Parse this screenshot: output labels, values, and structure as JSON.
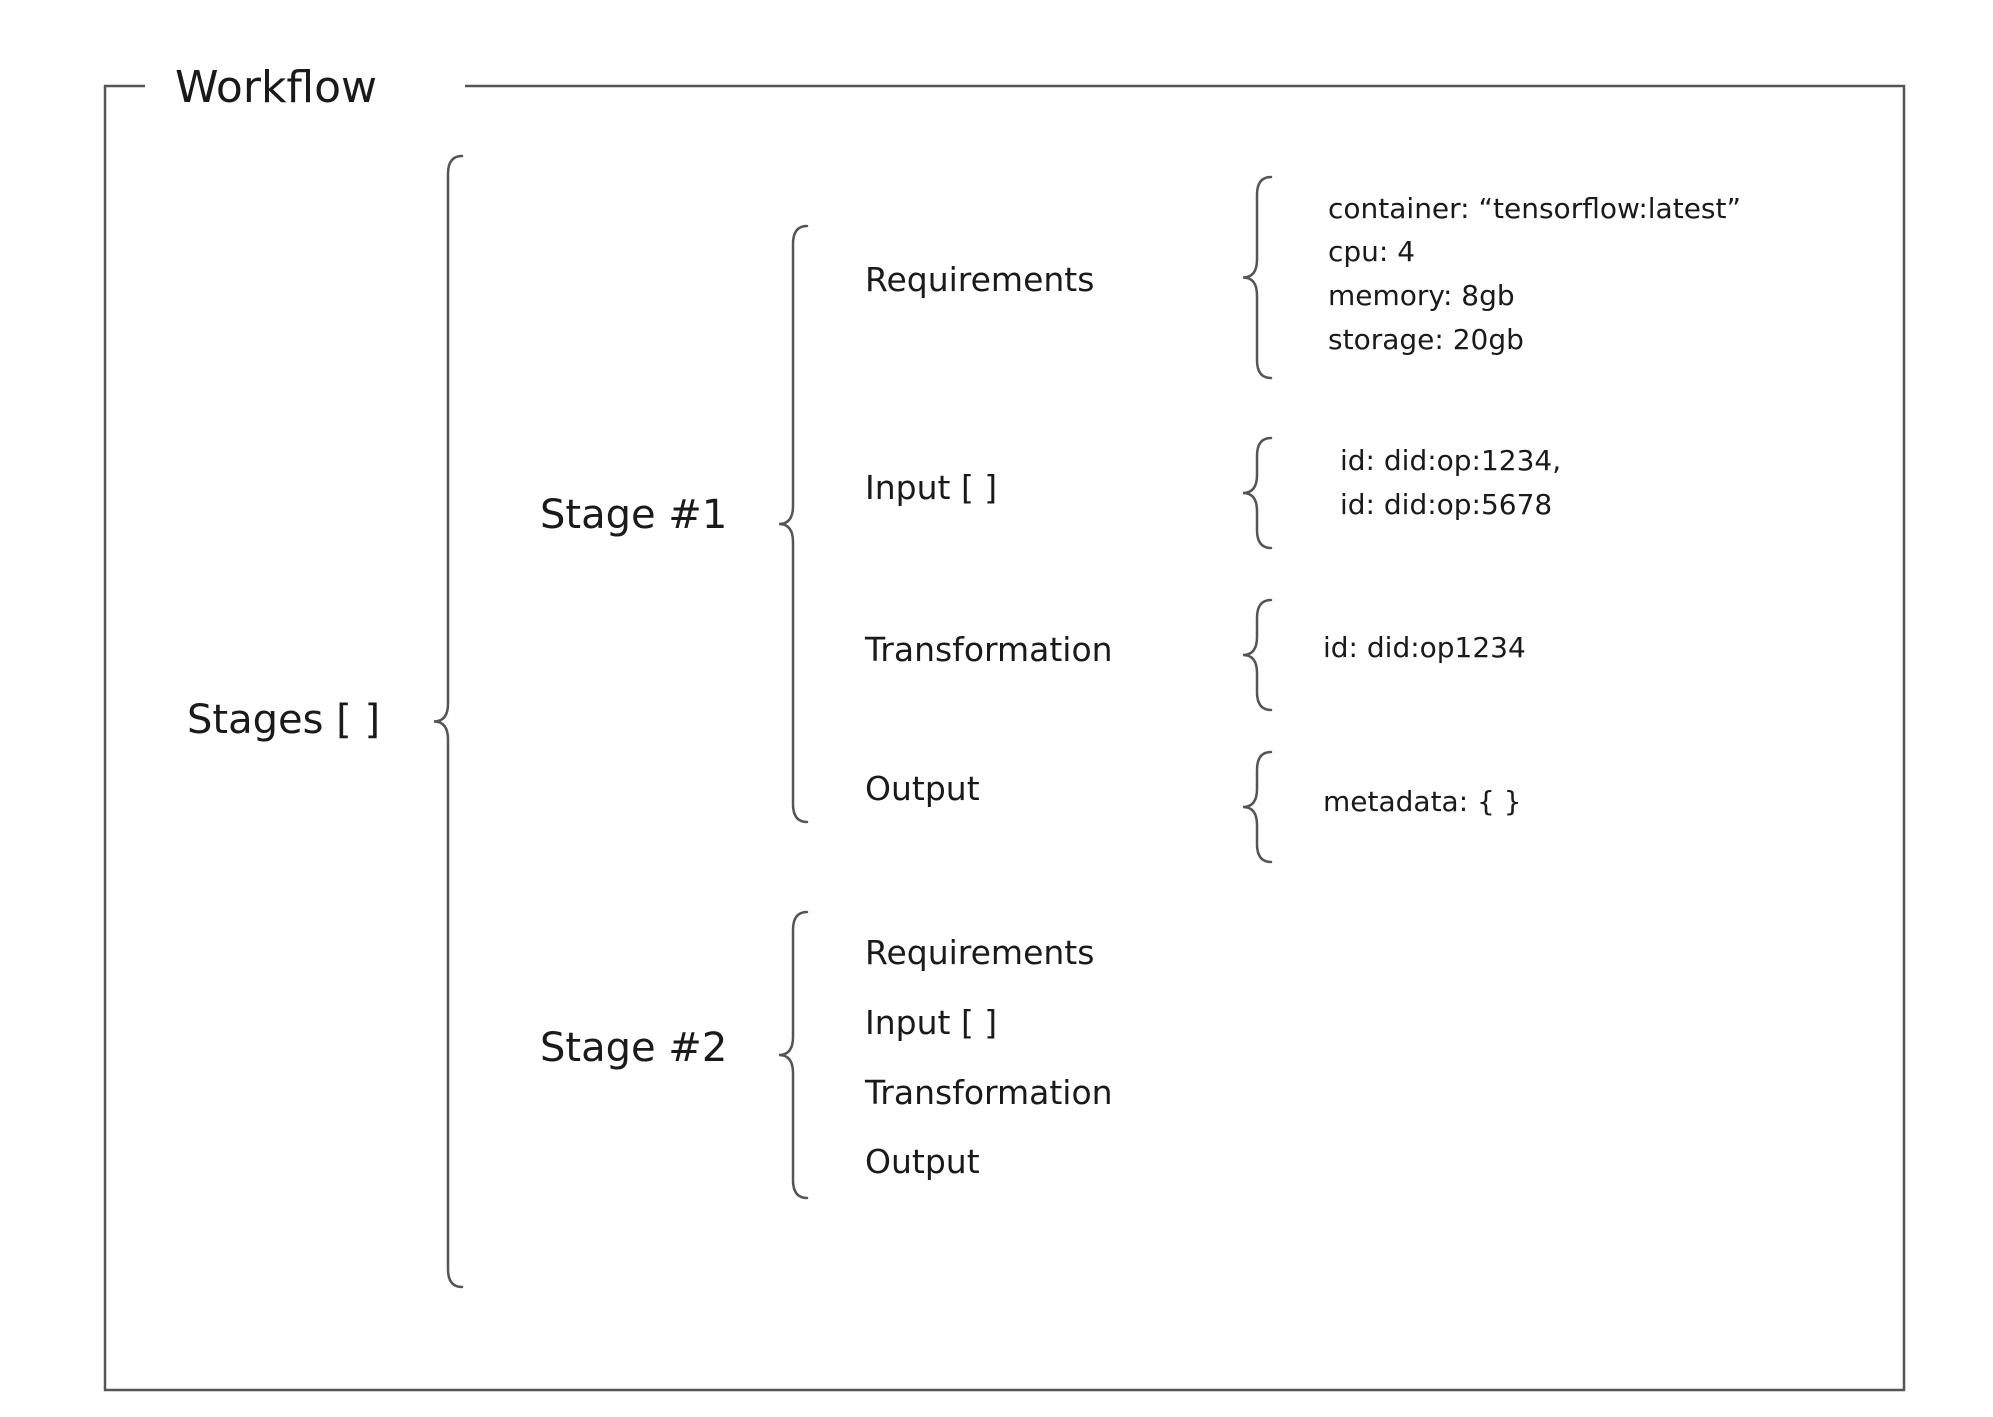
{
  "title": "Workflow",
  "root": {
    "label": "Stages [ ]"
  },
  "stage1": {
    "label": "Stage #1",
    "items": [
      "Requirements",
      "Input [ ]",
      "Transformation",
      "Output"
    ],
    "details": {
      "requirements": [
        "container: “tensorflow:latest”",
        "cpu: 4",
        "memory: 8gb",
        "storage: 20gb"
      ],
      "input": [
        "id: did:op:1234,",
        "id: did:op:5678"
      ],
      "transformation": [
        "id: did:op1234"
      ],
      "output": [
        "metadata: { }"
      ]
    }
  },
  "stage2": {
    "label": "Stage #2",
    "items": [
      "Requirements",
      "Input [ ]",
      "Transformation",
      "Output"
    ]
  }
}
